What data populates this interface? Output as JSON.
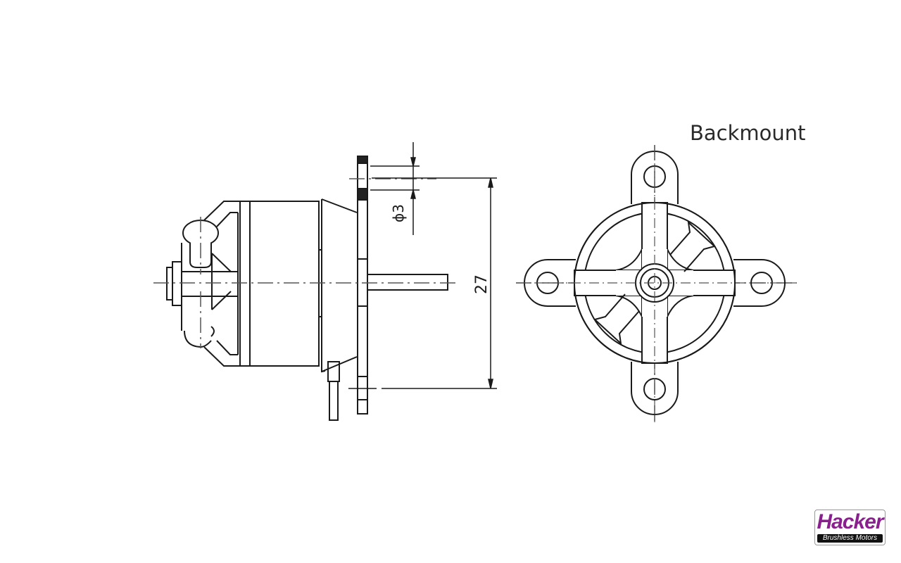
{
  "drawing": {
    "view_title": "Backmount",
    "dimensions": {
      "hole_diameter": "ϕ3",
      "mount_height": "27"
    }
  },
  "logo": {
    "brand": "Hacker",
    "tagline": "Brushless Motors",
    "brand_color": "#8a1f8e"
  },
  "colors": {
    "line": "#1a1a1a",
    "centerline": "#555555",
    "background": "#ffffff"
  }
}
